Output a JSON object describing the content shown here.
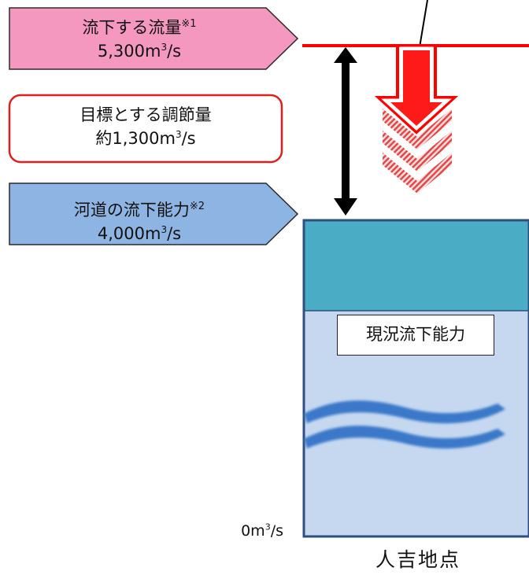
{
  "flow": {
    "label": "流下する流量",
    "note": "※1",
    "value_prefix": "5,300m",
    "exp": "3",
    "unit": "/s"
  },
  "target": {
    "label": "目標とする調節量",
    "value_prefix": "約1,300m",
    "exp": "3",
    "unit": "/s"
  },
  "capacity": {
    "label": "河道の流下能力",
    "note": "※2",
    "value_prefix": "4,000m",
    "exp": "3",
    "unit": "/s"
  },
  "current_capacity_label": "現況流下能力",
  "zero": {
    "value_prefix": "0m",
    "exp": "3",
    "unit": "/s"
  },
  "site_label": "人吉地点",
  "colors": {
    "flow_pennant": "#f598c0",
    "capacity_pennant": "#8eb4e3",
    "flow_line": "#ff0000",
    "teal_block": "#4bacc6",
    "river_body": "#c5d8f0",
    "column_border": "#2f4f7f",
    "wave": "#3a78c9",
    "target_border": "#e02020"
  }
}
